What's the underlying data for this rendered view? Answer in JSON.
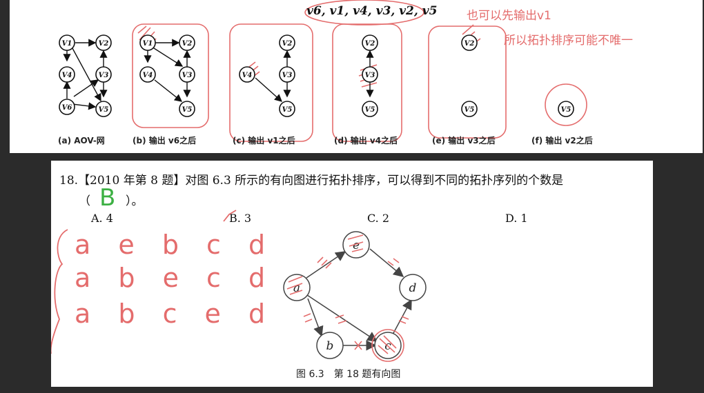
{
  "top": {
    "sequence": "v6, v1, v4, v3, v2, v5",
    "note_line1": "也可以先输出v1",
    "note_line2": "所以拓扑排序可能不唯一",
    "captions": [
      "(a) AOV-网",
      "(b) 输出 v6之后",
      "(c) 输出 v1之后",
      "(d) 输出 v4之后",
      "(e) 输出 v3之后",
      "(f) 输出 v2之后"
    ],
    "node_labels": {
      "v1": "V1",
      "v2": "V2",
      "v3": "V3",
      "v4": "V4",
      "v5": "V5",
      "v6": "V6"
    }
  },
  "question": {
    "line1": "18.【2010 年第 8 题】对图 6.3 所示的有向图进行拓扑排序，可以得到不同的拓扑序列的个数是",
    "line2_prefix": "（",
    "line2_suffix": "）。",
    "handwritten_answer": "B",
    "options": [
      {
        "label": "A. 4"
      },
      {
        "label": "B. 3"
      },
      {
        "label": "C. 2"
      },
      {
        "label": "D. 1"
      }
    ],
    "handwritten_sequences": [
      "a e b c d",
      "a b e c d",
      "a b c e d"
    ],
    "graph_nodes": {
      "a": "a",
      "b": "b",
      "c": "c",
      "d": "d",
      "e": "e"
    },
    "figure_caption": "图 6.3　第 18 题有向图"
  },
  "colors": {
    "annotation": "#e46c6c",
    "answer": "#3cb043",
    "background": "#2b2b2b"
  }
}
